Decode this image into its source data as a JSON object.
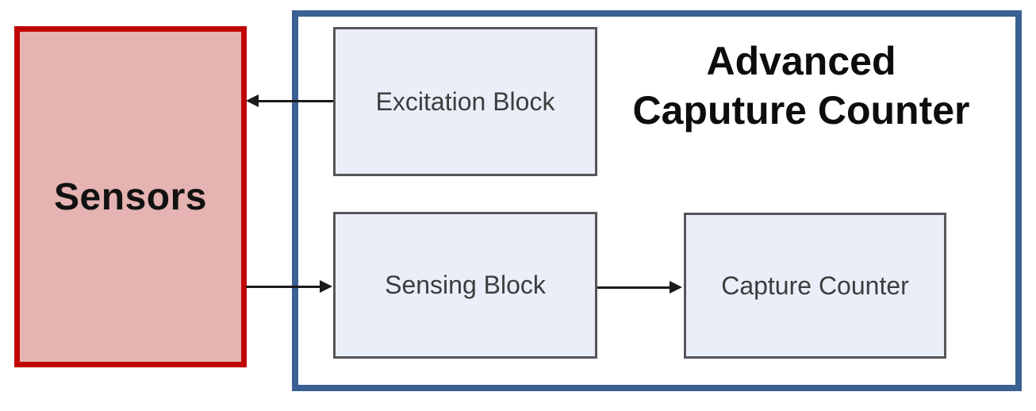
{
  "diagram": {
    "sensors": {
      "label": "Sensors"
    },
    "container": {
      "title_line1": "Advanced",
      "title_line2": "Caputure Counter"
    },
    "blocks": [
      {
        "id": "excitation",
        "label": "Excitation Block"
      },
      {
        "id": "sensing",
        "label": "Sensing Block"
      },
      {
        "id": "capture",
        "label": "Capture Counter"
      }
    ],
    "arrows": [
      {
        "from": "Excitation Block",
        "to": "Sensors",
        "direction": "left"
      },
      {
        "from": "Sensors",
        "to": "Sensing Block",
        "direction": "right"
      },
      {
        "from": "Sensing Block",
        "to": "Capture Counter",
        "direction": "right"
      }
    ],
    "colors": {
      "sensors_fill": "#E5B3B1",
      "sensors_border": "#C00404",
      "container_border": "#3A6094",
      "block_fill": "#E9EEF8",
      "block_border": "#56565A",
      "arrow": "#1B1B1B",
      "text": "#0D0D0D"
    }
  }
}
